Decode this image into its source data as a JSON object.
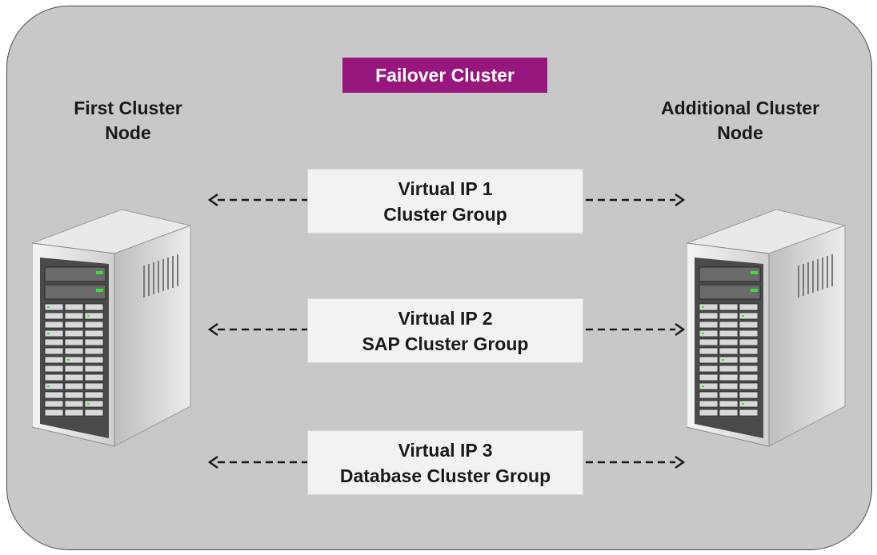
{
  "diagram": {
    "title": "Failover Cluster",
    "left_node": {
      "line1": "First Cluster",
      "line2": "Node"
    },
    "right_node": {
      "line1": "Additional Cluster",
      "line2": "Node"
    },
    "groups": [
      {
        "line1": "Virtual IP 1",
        "line2": "Cluster Group"
      },
      {
        "line1": "Virtual IP 2",
        "line2": "SAP Cluster Group"
      },
      {
        "line1": "Virtual IP 3",
        "line2": "Database Cluster Group"
      }
    ],
    "icons": [
      "server-icon",
      "arrow-left-icon",
      "arrow-right-icon"
    ],
    "colors": {
      "background": "#c8c8c8",
      "badge": "#97177f",
      "box": "#f2f2f2",
      "arrow": "#1a1a1a"
    }
  }
}
